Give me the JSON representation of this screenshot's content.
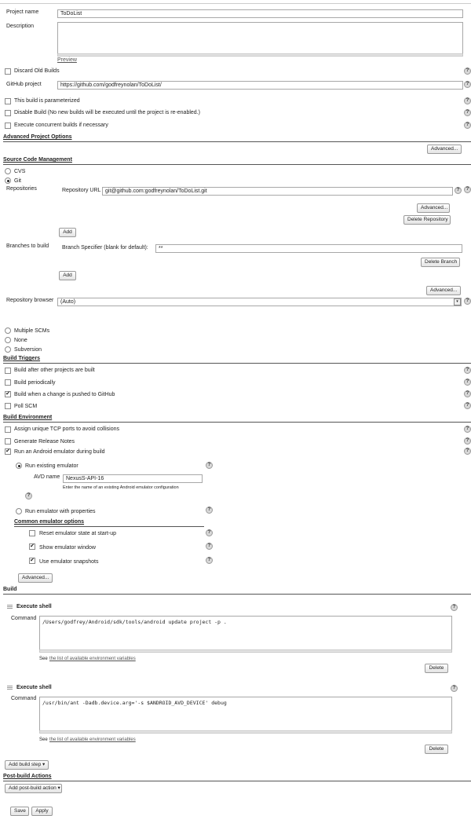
{
  "general": {
    "project_name_label": "Project name",
    "project_name_value": "ToDoList",
    "description_label": "Description",
    "preview_link": "Preview",
    "discard_old_builds": "Discard Old Builds",
    "github_project_label": "GitHub project",
    "github_project_value": "https://github.com/godfreynolan/ToDoList/",
    "parameterized": "This build is parameterized",
    "disable_build": "Disable Build (No new builds will be executed until the project is re-enabled.)",
    "concurrent_builds": "Execute concurrent builds if necessary"
  },
  "advanced_project_options": {
    "title": "Advanced Project Options",
    "advanced_button": "Advanced..."
  },
  "scm": {
    "title": "Source Code Management",
    "cvs": "CVS",
    "git": "Git",
    "repositories_label": "Repositories",
    "repo_url_label": "Repository URL",
    "repo_url_value": "git@github.com:godfreynolan/ToDoList.git",
    "advanced_button": "Advanced...",
    "delete_repository_button": "Delete Repository",
    "add_button": "Add",
    "branches_label": "Branches to build",
    "branch_specifier_label": "Branch Specifier (blank for default):",
    "branch_specifier_value": "**",
    "delete_branch_button": "Delete Branch",
    "add_branch_button": "Add",
    "advanced_button_2": "Advanced...",
    "repo_browser_label": "Repository browser",
    "repo_browser_value": "(Auto)",
    "multiple_scms": "Multiple SCMs",
    "none": "None",
    "subversion": "Subversion"
  },
  "build_triggers": {
    "title": "Build Triggers",
    "after_other_projects": "Build after other projects are built",
    "periodically": "Build periodically",
    "github_push": "Build when a change is pushed to GitHub",
    "poll_scm": "Poll SCM"
  },
  "build_environment": {
    "title": "Build Environment",
    "tcp_ports": "Assign unique TCP ports to avoid collisions",
    "release_notes": "Generate Release Notes",
    "android_emulator": "Run an Android emulator during build",
    "run_existing": "Run existing emulator",
    "avd_name_label": "AVD name",
    "avd_name_value": "NexusS-API-16",
    "avd_hint": "Enter the name of an existing Android emulator configuration",
    "run_with_properties": "Run emulator with properties",
    "common_options_title": "Common emulator options",
    "reset_state": "Reset emulator state at start-up",
    "show_window": "Show emulator window",
    "use_snapshots": "Use emulator snapshots",
    "advanced_button": "Advanced..."
  },
  "build": {
    "title": "Build",
    "step1_title": "Execute shell",
    "step1_command_label": "Command",
    "step1_command": "/Users/godfrey/Android/sdk/tools/android update project -p .",
    "step1_see": "See",
    "step1_link": "the list of available environment variables",
    "step1_delete": "Delete",
    "step2_title": "Execute shell",
    "step2_command_label": "Command",
    "step2_command": "/usr/bin/ant -Dadb.device.arg='-s $ANDROID_AVD_DEVICE' debug",
    "step2_see": "See",
    "step2_link": "the list of available environment variables",
    "step2_delete": "Delete",
    "add_build_step": "Add build step ▾"
  },
  "post_build": {
    "title": "Post-build Actions",
    "add_post_build": "Add post-build action ▾"
  },
  "footer": {
    "save": "Save",
    "apply": "Apply"
  },
  "icons": {
    "help": "?",
    "check": "✔",
    "dropdown": "▾"
  }
}
